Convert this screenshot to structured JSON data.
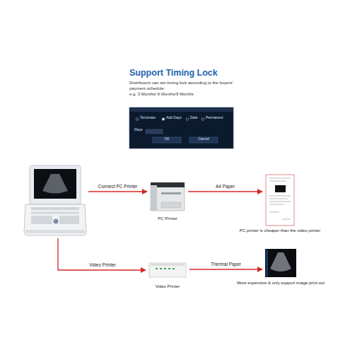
{
  "diagram": {
    "title": "Support Timing Lock",
    "nodes": [
      {
        "text": [
          "Terminate",
          "Add Days",
          "Date",
          "Permanent",
          "Days",
          "OK",
          "Cancel"
        ]
      },
      {
        "text": []
      },
      {
        "text": [
          "PC Printer"
        ]
      },
      {
        "text": [
          "PC printer is cheaper than the video printer"
        ]
      },
      {
        "text": [
          "Video Printer"
        ]
      },
      {
        "text": [
          "More expensive & only support image print-out"
        ]
      }
    ],
    "edges": [
      {
        "from": 1,
        "to": 2,
        "label": "Connect PC Printer",
        "arrow": "to"
      },
      {
        "from": 2,
        "to": 3,
        "label": "A4 Paper",
        "arrow": "to"
      },
      {
        "from": 1,
        "to": 4,
        "label": "Video Printer",
        "arrow": "to"
      },
      {
        "from": 4,
        "to": 5,
        "label": "Thermal Paper",
        "arrow": "to"
      }
    ],
    "labels": [
      "Distributors can set timing lock according to the buyers' payment schedule:",
      "e.g. 3 Months/ 6 Months/9 Months"
    ]
  }
}
